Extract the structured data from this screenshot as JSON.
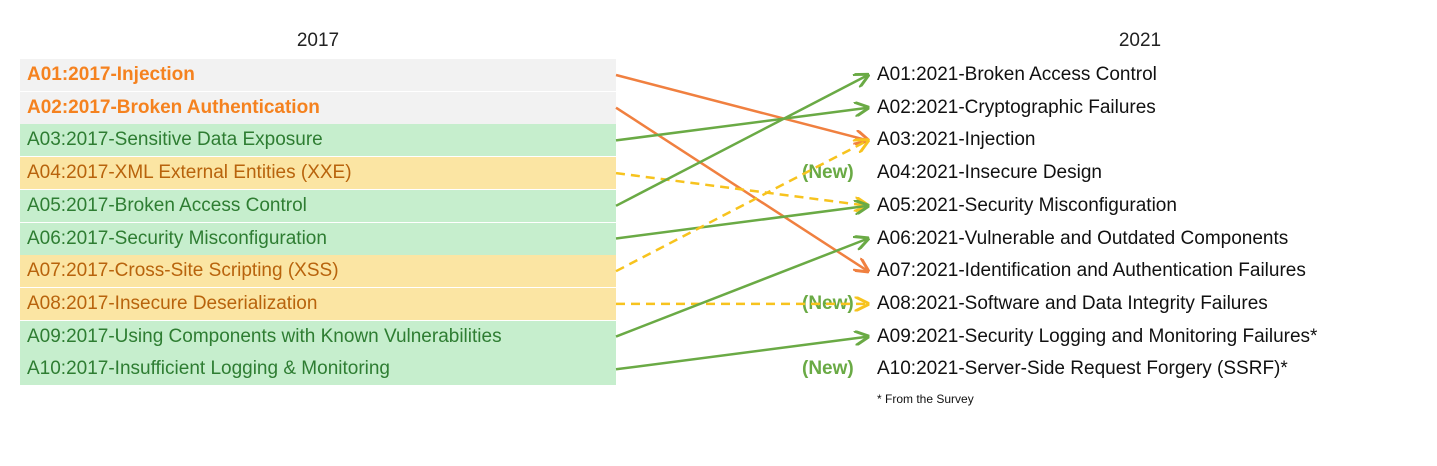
{
  "title_2017": "2017",
  "title_2021": "2021",
  "colors": {
    "injection_bg": "#f2f2f2",
    "injection_text": "#f5821f",
    "moved_bg": "#c6eecd",
    "moved_text": "#2e7d32",
    "merged_bg": "#fbe5a3",
    "merged_text": "#b8630c",
    "arrow_green": "#6aaa45",
    "arrow_orange": "#f08040",
    "arrow_yellow": "#f7c31e",
    "new_tag": "#6aaa45"
  },
  "list_2017": [
    {
      "label": "A01:2017-Injection",
      "kind": "injection"
    },
    {
      "label": "A02:2017-Broken Authentication",
      "kind": "injection"
    },
    {
      "label": "A03:2017-Sensitive Data Exposure",
      "kind": "moved"
    },
    {
      "label": "A04:2017-XML External Entities (XXE)",
      "kind": "merged"
    },
    {
      "label": "A05:2017-Broken Access Control",
      "kind": "moved"
    },
    {
      "label": "A06:2017-Security Misconfiguration",
      "kind": "moved"
    },
    {
      "label": "A07:2017-Cross-Site Scripting (XSS)",
      "kind": "merged"
    },
    {
      "label": "A08:2017-Insecure Deserialization",
      "kind": "merged"
    },
    {
      "label": "A09:2017-Using Components with Known Vulnerabilities",
      "kind": "moved"
    },
    {
      "label": "A10:2017-Insufficient Logging & Monitoring",
      "kind": "moved"
    }
  ],
  "list_2021": [
    {
      "label": "A01:2021-Broken Access Control",
      "new": ""
    },
    {
      "label": "A02:2021-Cryptographic Failures",
      "new": ""
    },
    {
      "label": "A03:2021-Injection",
      "new": ""
    },
    {
      "label": "A04:2021-Insecure Design",
      "new": "(New)"
    },
    {
      "label": "A05:2021-Security Misconfiguration",
      "new": ""
    },
    {
      "label": "A06:2021-Vulnerable and Outdated Components",
      "new": ""
    },
    {
      "label": "A07:2021-Identification and Authentication Failures",
      "new": ""
    },
    {
      "label": "A08:2021-Software and Data Integrity Failures",
      "new": "(New)"
    },
    {
      "label": "A09:2021-Security Logging and Monitoring Failures*",
      "new": ""
    },
    {
      "label": "A10:2021-Server-Side Request Forgery (SSRF)*",
      "new": "(New)"
    }
  ],
  "mappings": [
    {
      "from": 1,
      "to": 3,
      "style": "orange"
    },
    {
      "from": 2,
      "to": 7,
      "style": "orange"
    },
    {
      "from": 3,
      "to": 2,
      "style": "green"
    },
    {
      "from": 4,
      "to": 5,
      "style": "yellow-dashed"
    },
    {
      "from": 5,
      "to": 1,
      "style": "green"
    },
    {
      "from": 6,
      "to": 5,
      "style": "green"
    },
    {
      "from": 7,
      "to": 3,
      "style": "yellow-dashed"
    },
    {
      "from": 8,
      "to": 8,
      "style": "yellow-dashed"
    },
    {
      "from": 9,
      "to": 6,
      "style": "green"
    },
    {
      "from": 10,
      "to": 9,
      "style": "green"
    }
  ],
  "footnote": "* From the Survey"
}
